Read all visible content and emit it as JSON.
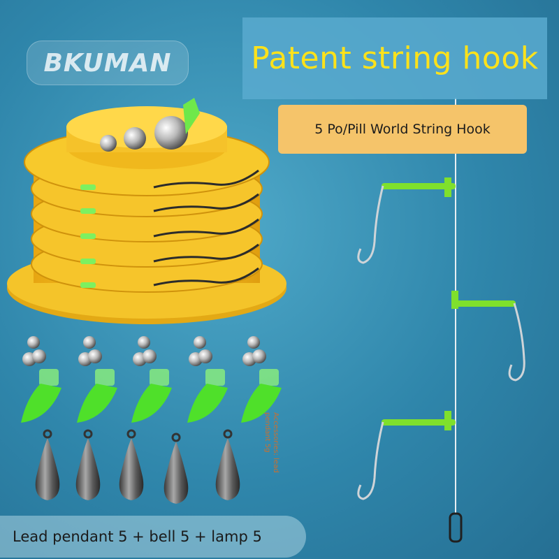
{
  "brand": {
    "logo_text": "BKUMAN"
  },
  "title": "Patent string hook",
  "subtitle": "5 Po/Pill World String Hook",
  "accessory_label": "Accessories: lead pendant 5g",
  "bottom_caption": "Lead pendant 5 + bell 5 + lamp 5",
  "colors": {
    "background": "#2f86ab",
    "title_text": "#ffe21a",
    "spool_yellow": "#f2bf1c",
    "lure_green": "#5fe84a",
    "subtitle_box": "#f5c46a"
  }
}
